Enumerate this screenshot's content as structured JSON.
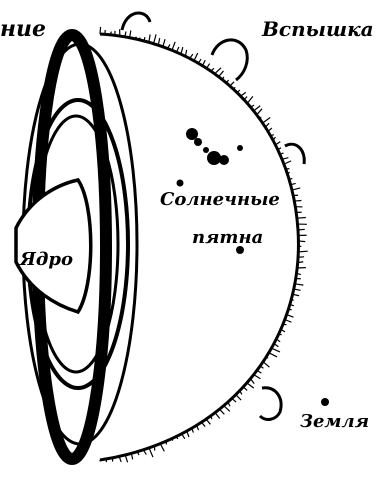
{
  "labels": {
    "top_left_partial": "ние",
    "flare": "Вспышка",
    "sunspots_line1": "Солнечные",
    "sunspots_line2": "пятна",
    "core": "Ядро",
    "earth": "Земля"
  },
  "colors": {
    "ink": "#000000",
    "paper": "#ffffff"
  }
}
